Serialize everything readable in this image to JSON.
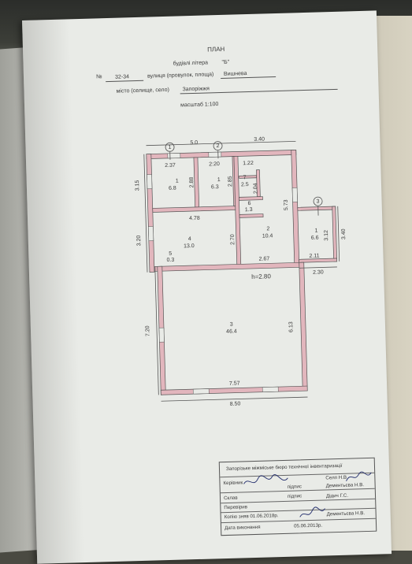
{
  "header": {
    "title": "ПЛАН",
    "building_line": "будівлі літера",
    "letter": "\"Б\"",
    "no_symbol": "№",
    "number": "32-34",
    "street_label": "вулиця (провулок, площа)",
    "street": "Вишнева",
    "city_label": "місто (селище, село)",
    "city": "Запоріжжя",
    "scale": "масштаб 1:100"
  },
  "axes": [
    "1",
    "2",
    "3"
  ],
  "dimensions": {
    "top_total": "3.40",
    "top_mid": "5.0",
    "r1_w": "2.37",
    "r1_h": "2.88",
    "r2_w": "2:20",
    "r2_h": "2.85",
    "r7_w": "1.22",
    "r7_h": "2.04",
    "left_top": "3.15",
    "left_mid": "3.20",
    "left_bottom": "7.20",
    "r4_w": "4.78",
    "r4_h": "2.70",
    "r2_height": "5.73",
    "r2_bottom": "2.67",
    "veranda_h": "3.12",
    "veranda_w": "2.11",
    "veranda_out_w": "2.30",
    "veranda_out_h": "3.40",
    "ceiling": "h=2.80",
    "r3_h": "6.13",
    "r3_w": "7.57",
    "bottom_total": "8.50"
  },
  "rooms": [
    {
      "num": "1",
      "area": "6.8"
    },
    {
      "num": "1",
      "area": "6.3"
    },
    {
      "num": "7",
      "area": "2.5"
    },
    {
      "num": "6",
      "area": "1.3"
    },
    {
      "num": "2",
      "area": "10.4"
    },
    {
      "num": "1",
      "area": "6.6"
    },
    {
      "num": "4",
      "area": "13.0"
    },
    {
      "num": "5",
      "area": "0.3"
    },
    {
      "num": "3",
      "area": "46.4"
    }
  ],
  "stamp": {
    "org": "Запорізьке міжміське бюро технічної інвентаризації",
    "kerivnyk_label": "Керівник",
    "kerivnyk_name": "Селп Н.В",
    "pidpys1": "підпис",
    "sklav_label": "Склав",
    "sklav_name": "Дементьєва Н.В.",
    "pidpys2": "підпис",
    "pereviryv_label": "Перевірив",
    "pereviryv_name": "Дідич Г.С.",
    "copy_label": "Копію зняв 01.06.2018р.",
    "copy_name": "Дементьєва Н.В.",
    "date_label": "Дата виконання",
    "date_value": "05.06.2013р."
  },
  "colors": {
    "paper": "#e9ebe7",
    "wall_fill": "#e2b6bd",
    "wall_stroke": "#555555",
    "ink": "#3a3a3a",
    "signature": "#1f2a6a"
  }
}
